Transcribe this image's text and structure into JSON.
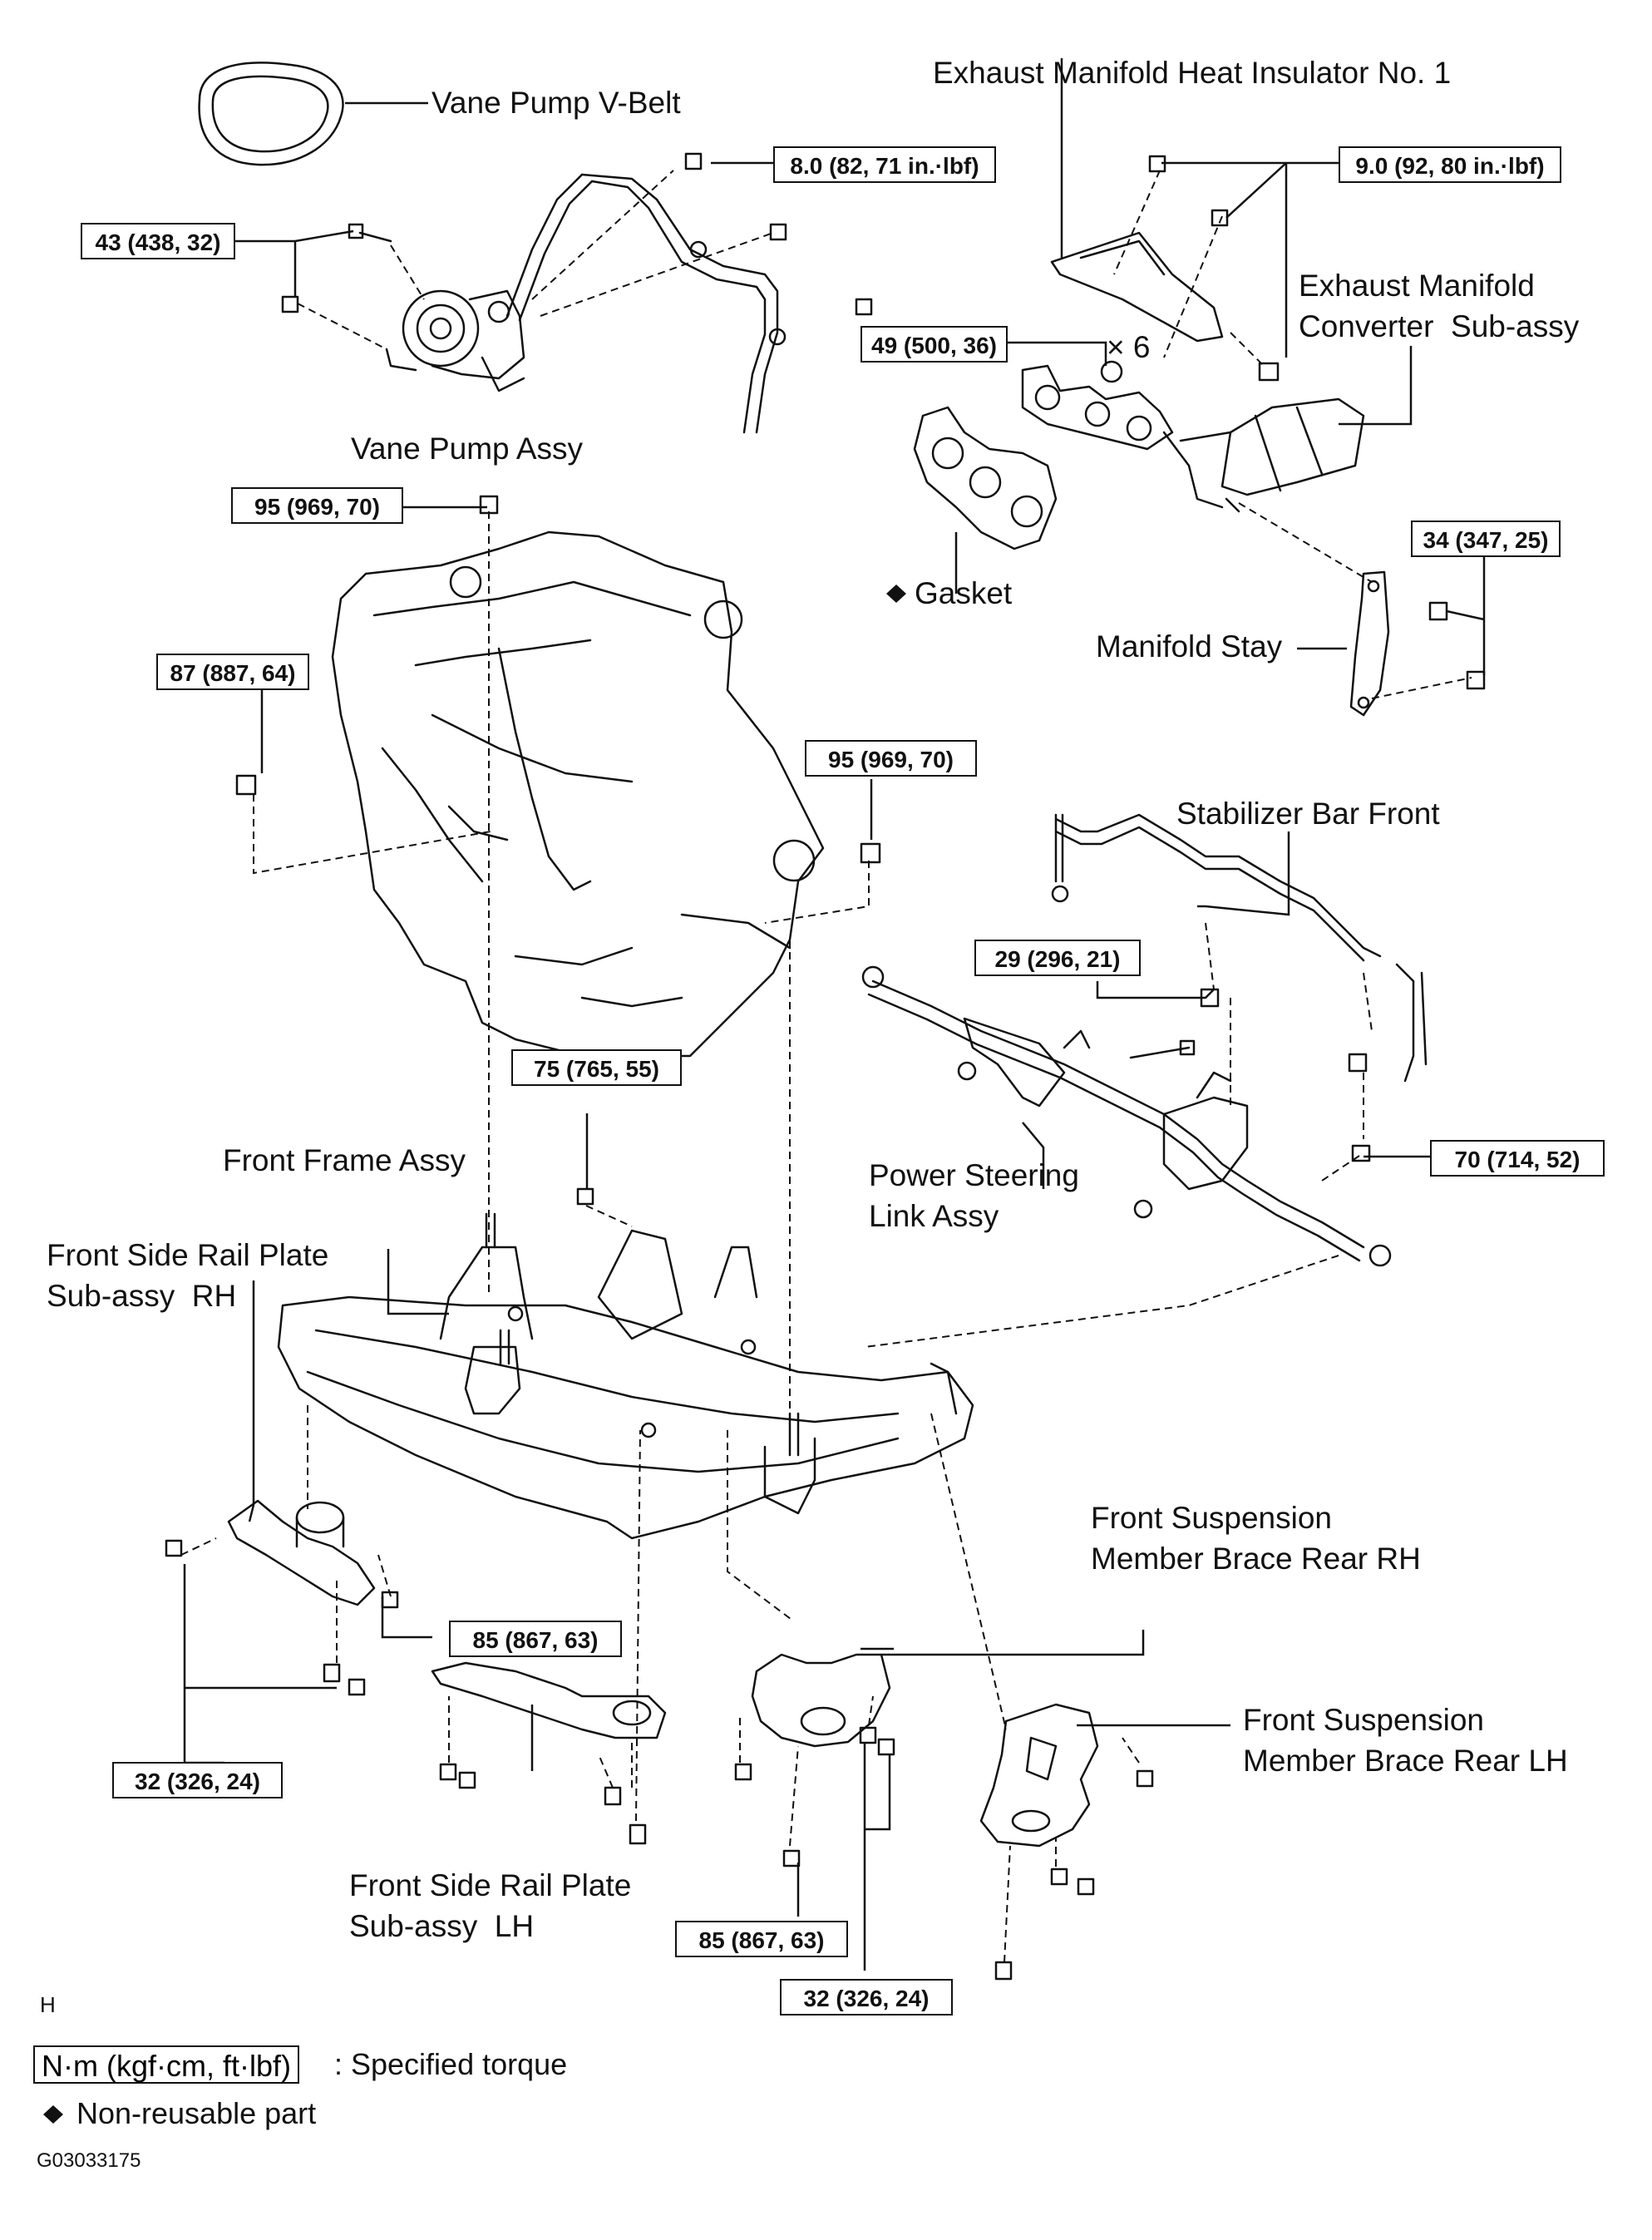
{
  "labels": {
    "vane_pump_v_belt": "Vane Pump V-Belt",
    "exhaust_heat_insulator": "Exhaust Manifold Heat Insulator No. 1",
    "exhaust_manifold_converter": "Exhaust Manifold\nConverter  Sub-assy",
    "vane_pump_assy": "Vane Pump Assy",
    "gasket": "Gasket",
    "manifold_stay": "Manifold Stay",
    "stabilizer_bar_front": "Stabilizer Bar Front",
    "power_steering_link_assy": "Power Steering\nLink Assy",
    "front_frame_assy": "Front Frame Assy",
    "front_side_rail_plate_rh": "Front Side Rail Plate\nSub-assy  RH",
    "brace_rear_rh": "Front Suspension\nMember Brace Rear RH",
    "brace_rear_lh": "Front Suspension\nMember Brace Rear LH",
    "front_side_rail_plate_lh": "Front Side Rail Plate\nSub-assy  LH",
    "times_six": "× 6"
  },
  "torque": {
    "t1": "8.0 (82, 71 in.·lbf)",
    "t2": "43 (438, 32)",
    "t3": "9.0 (92, 80 in.·lbf)",
    "t4": "49 (500, 36)",
    "t5": "95 (969, 70)",
    "t6": "34 (347, 25)",
    "t7": "87 (887, 64)",
    "t8": "95 (969, 70)",
    "t9": "29 (296, 21)",
    "t10": "75 (765, 55)",
    "t11": "70 (714, 52)",
    "t12": "85 (867, 63)",
    "t13": "32 (326, 24)",
    "t14": "85 (867, 63)",
    "t15": "32 (326, 24)"
  },
  "footer": {
    "mark": "H",
    "unit_box": "N·m (kgf·cm, ft·lbf)",
    "unit_desc": ": Specified torque",
    "non_reusable": "Non-reusable part",
    "code": "G03033175"
  }
}
